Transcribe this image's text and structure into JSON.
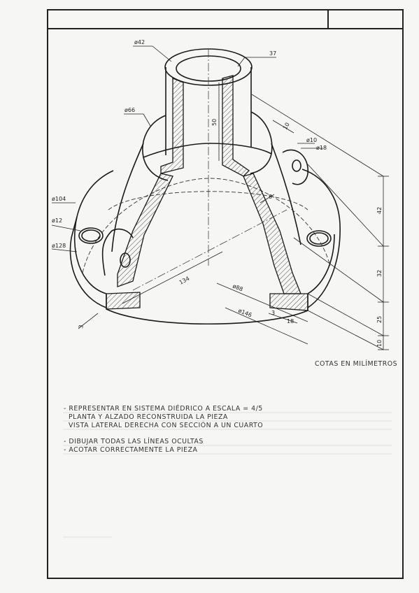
{
  "drawing": {
    "dimensions": {
      "d42": "ø42",
      "r37": "37",
      "d66": "ø66",
      "h50": "50",
      "t10": "10",
      "d10": "ø10",
      "d18": "ø18",
      "t8": "8",
      "d104": "ø104",
      "d12": "ø12",
      "d128": "ø128",
      "l134": "134",
      "d88": "ø88",
      "d146": "ø146",
      "w3": "3",
      "w18": "18",
      "h42": "42",
      "h32": "32",
      "h25": "25",
      "h10": "10",
      "s3": "3"
    },
    "units_note": "COTAS EN MILÍMETROS"
  },
  "instructions": [
    "- REPRESENTAR EN SISTEMA DIÉDRICO A ESCALA = 4/5",
    "PLANTA Y ALZADO RECONSTRUIDA LA PIEZA",
    "VISTA LATERAL DERECHA CON SECCIÓN A UN CUARTO",
    "- DIBUJAR TODAS LAS LÍNEAS OCULTAS",
    "- ACOTAR CORRECTAMENTE LA PIEZA"
  ]
}
